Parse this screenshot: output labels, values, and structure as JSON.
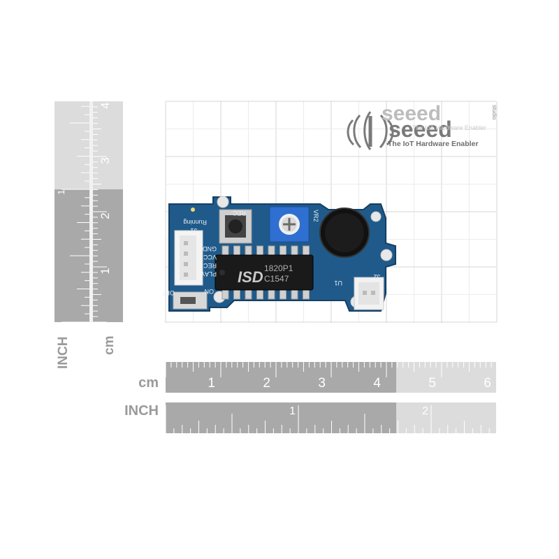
{
  "brand": {
    "name_primary": "seeed",
    "name_ghost": "seeed",
    "vertical_word": "studio",
    "tagline": "The IoT Hardware Enabler",
    "tagline_ghost": "The IoT Hardware Enabler",
    "color": "#7a7a7a"
  },
  "vertical_ruler": {
    "unit_cm": "cm",
    "unit_inch": "INCH",
    "cm_labels": [
      "1",
      "2",
      "3",
      "4"
    ],
    "inch_labels": [
      "1"
    ]
  },
  "horizontal_ruler": {
    "unit_cm": "cm",
    "unit_inch": "INCH",
    "cm_labels": [
      "1",
      "2",
      "3",
      "4",
      "5",
      "6"
    ],
    "inch_labels": [
      "1",
      "2"
    ]
  },
  "board": {
    "color": "#1f5a8a",
    "chip_brand": "ISD",
    "chip_model": "1820P1",
    "chip_lot": "C1547",
    "label_running": "Running",
    "label_j1": "J1",
    "label_j2": "J2",
    "label_rec": "REC",
    "label_vr2": "VR2",
    "label_gnd": "GND",
    "label_vcc": "VCC",
    "label_rec_pin": "REC",
    "label_play": "PLAY",
    "label_on": "ON",
    "label_off": "OFF",
    "label_u1": "U1"
  }
}
